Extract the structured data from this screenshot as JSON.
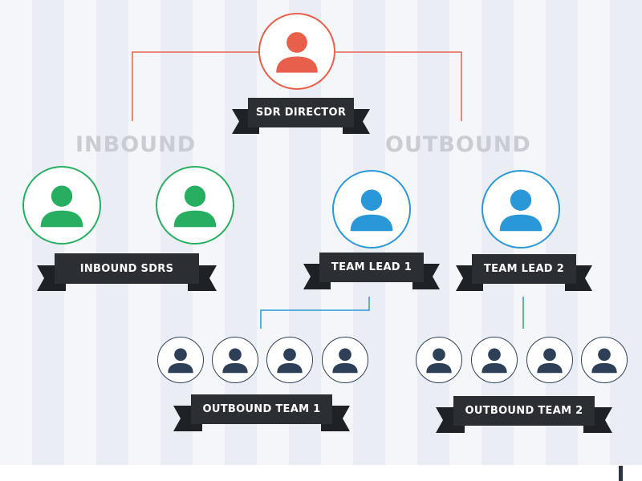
{
  "nodes": {
    "director": {
      "label": "SDR DIRECTOR"
    },
    "inbound_sdrs": {
      "label": "INBOUND SDRS"
    },
    "team_lead_1": {
      "label": "TEAM LEAD 1"
    },
    "team_lead_2": {
      "label": "TEAM LEAD 2"
    },
    "outbound_team_1": {
      "label": "OUTBOUND TEAM 1"
    },
    "outbound_team_2": {
      "label": "OUTBOUND TEAM 2"
    }
  },
  "sections": {
    "inbound": "INBOUND",
    "outbound": "OUTBOUND"
  },
  "icons": {
    "person": "person-icon"
  },
  "colors": {
    "director": "#e8604c",
    "inbound": "#27ae60",
    "team_lead": "#2a97d8",
    "team_member": "#2e4057",
    "ribbon": "#2b2e33",
    "section_label": "#c9ccd2"
  }
}
